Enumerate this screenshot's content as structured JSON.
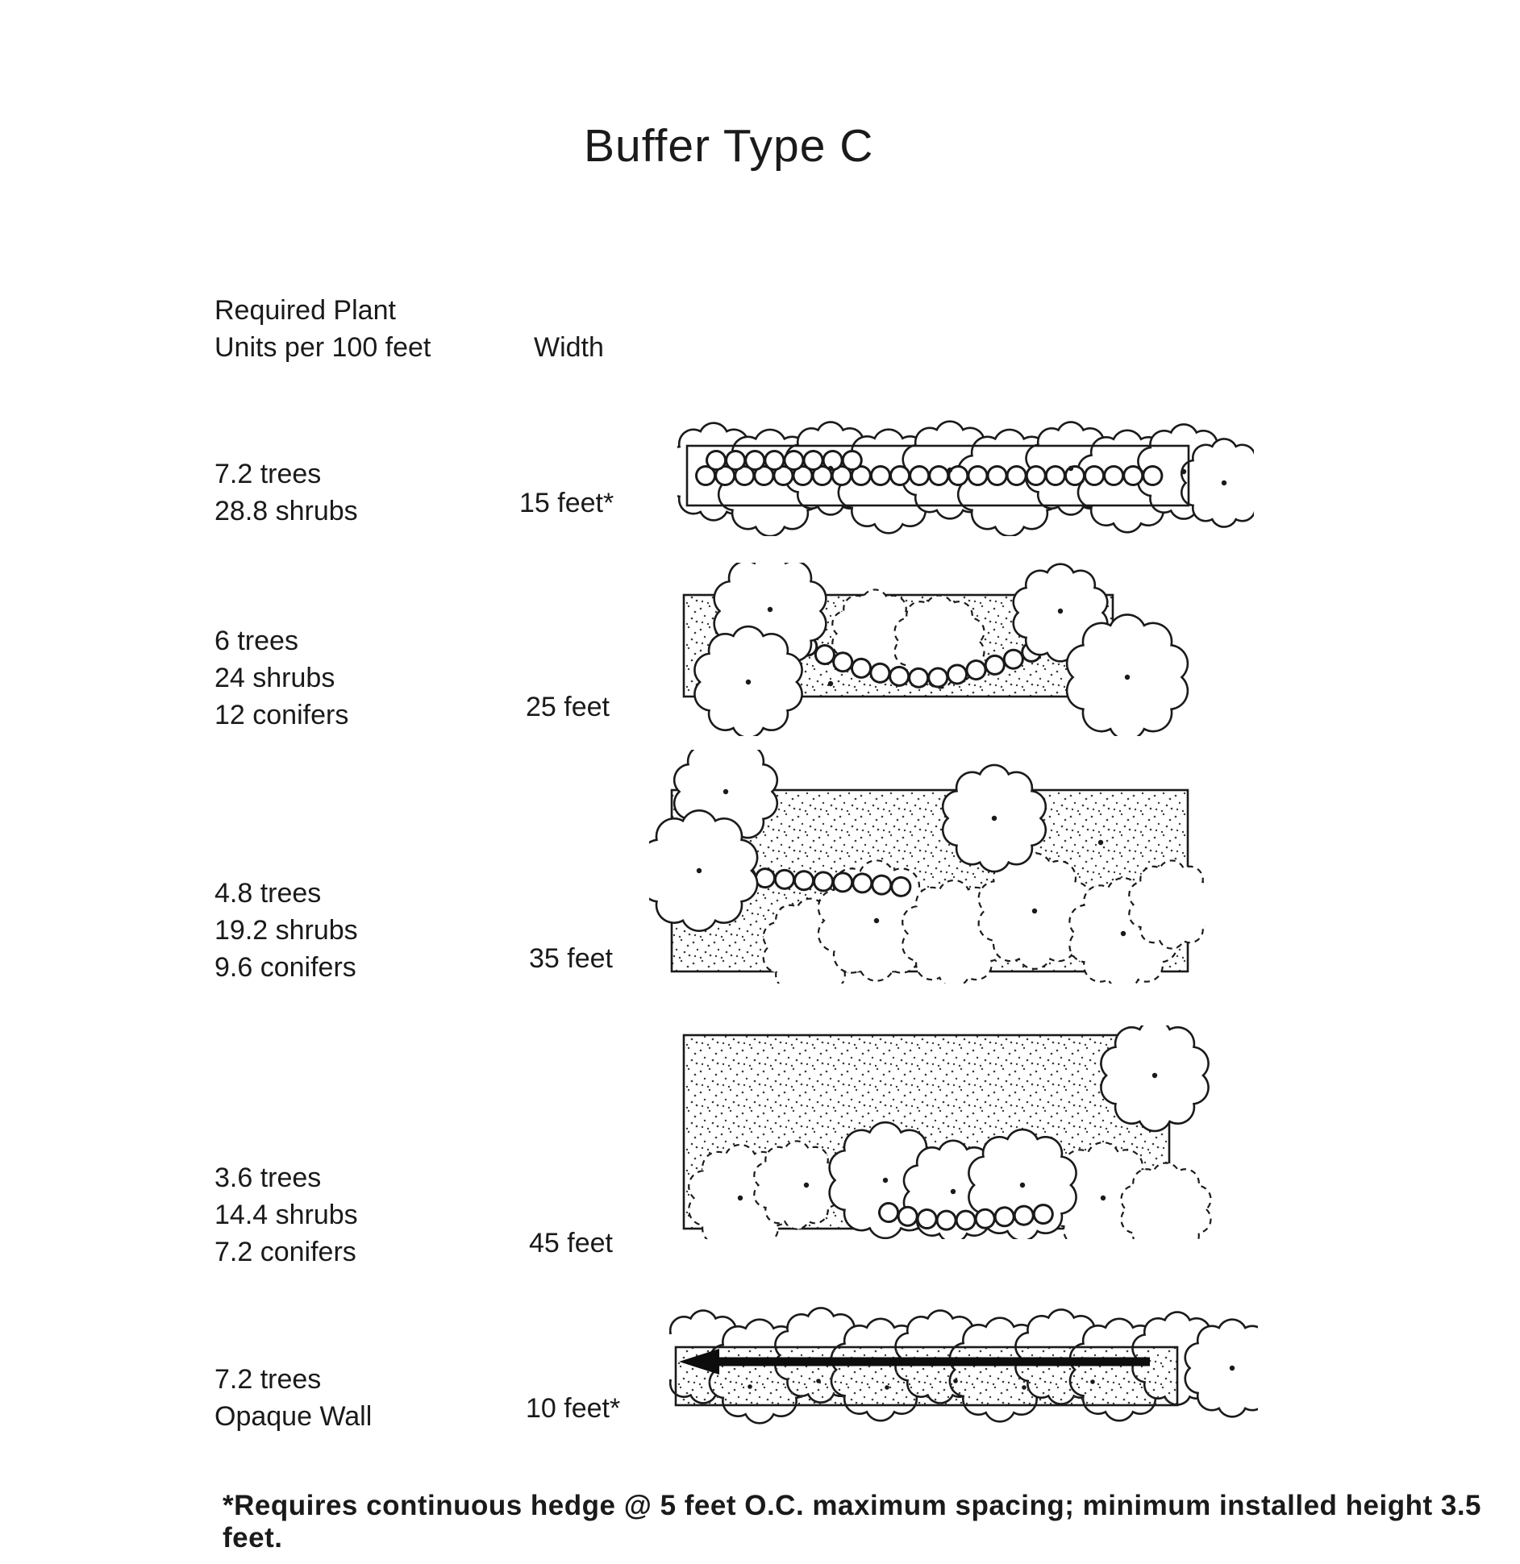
{
  "title": "Buffer Type C",
  "headers": {
    "plant_units_line1": "Required Plant",
    "plant_units_line2": "Units per 100 feet",
    "width": "Width"
  },
  "rows": [
    {
      "units": [
        "7.2 trees",
        "28.8 shrubs"
      ],
      "width": "15 feet*"
    },
    {
      "units": [
        "6 trees",
        "24 shrubs",
        "12 conifers"
      ],
      "width": "25 feet"
    },
    {
      "units": [
        "4.8 trees",
        "19.2 shrubs",
        "9.6 conifers"
      ],
      "width": "35 feet"
    },
    {
      "units": [
        "3.6 trees",
        "14.4 shrubs",
        "7.2 conifers"
      ],
      "width": "45 feet"
    },
    {
      "units": [
        "7.2 trees",
        "Opaque Wall"
      ],
      "width": "10 feet*"
    }
  ],
  "footnote": "*Requires continuous hedge @ 5 feet  O.C. maximum spacing; minimum installed height 3.5 feet.",
  "colors": {
    "ink": "#1a1a1a",
    "paper": "#ffffff"
  }
}
